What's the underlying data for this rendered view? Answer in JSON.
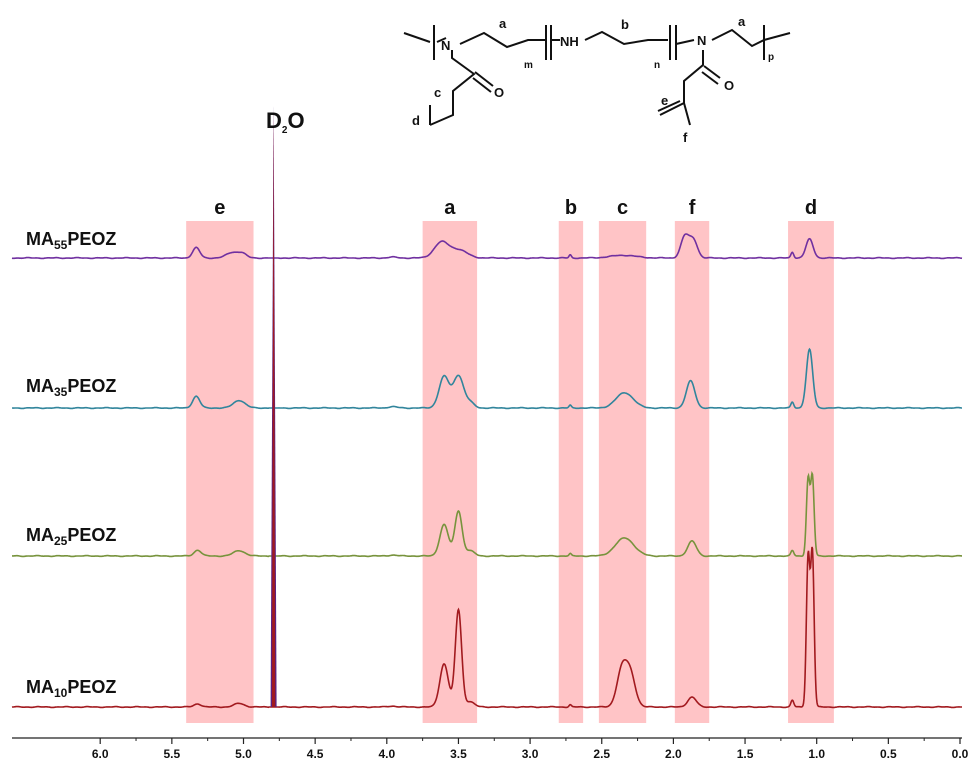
{
  "chart_data": {
    "type": "line",
    "title": "",
    "xlabel": "",
    "ylabel": "",
    "x_axis": {
      "reversed": true,
      "xlim": [
        6.5,
        0.0
      ],
      "ticks": [
        "6.0",
        "5.5",
        "5.0",
        "4.5",
        "4.0",
        "3.5",
        "3.0",
        "2.5",
        "2.0",
        "1.5",
        "1.0",
        "0.5",
        "0.0"
      ]
    },
    "solvent_peak": {
      "label_main": "D",
      "label_sub": "2",
      "label_end": "O",
      "ppm": 4.79
    },
    "highlight_regions": [
      {
        "label": "e",
        "from": 5.4,
        "to": 4.93
      },
      {
        "label": "a",
        "from": 3.75,
        "to": 3.37
      },
      {
        "label": "b",
        "from": 2.8,
        "to": 2.63
      },
      {
        "label": "c",
        "from": 2.52,
        "to": 2.19
      },
      {
        "label": "f",
        "from": 1.99,
        "to": 1.75
      },
      {
        "label": "d",
        "from": 1.2,
        "to": 0.88
      }
    ],
    "series": [
      {
        "name": "MA55PEOZ",
        "label_pre": "MA",
        "label_sub": "55",
        "label_post": "PEOZ",
        "color": "#7030a0",
        "scale": 1.0,
        "peaks": [
          {
            "x": 5.33,
            "h": 0.23,
            "w": 0.025
          },
          {
            "x": 5.08,
            "h": 0.12,
            "w": 0.04
          },
          {
            "x": 5.01,
            "h": 0.1,
            "w": 0.03
          },
          {
            "x": 3.62,
            "h": 0.34,
            "w": 0.05
          },
          {
            "x": 3.5,
            "h": 0.18,
            "w": 0.06
          },
          {
            "x": 3.96,
            "h": 0.02,
            "w": 0.03
          },
          {
            "x": 2.72,
            "h": 0.07,
            "w": 0.008
          },
          {
            "x": 2.35,
            "h": 0.06,
            "w": 0.09
          },
          {
            "x": 1.92,
            "h": 0.48,
            "w": 0.028
          },
          {
            "x": 1.86,
            "h": 0.4,
            "w": 0.028
          },
          {
            "x": 1.17,
            "h": 0.13,
            "w": 0.01
          },
          {
            "x": 1.05,
            "h": 0.42,
            "w": 0.025
          }
        ]
      },
      {
        "name": "MA35PEOZ",
        "label_pre": "MA",
        "label_sub": "35",
        "label_post": "PEOZ",
        "color": "#31859c",
        "scale": 1.0,
        "peaks": [
          {
            "x": 5.33,
            "h": 0.26,
            "w": 0.025
          },
          {
            "x": 5.03,
            "h": 0.17,
            "w": 0.04
          },
          {
            "x": 3.96,
            "h": 0.03,
            "w": 0.03
          },
          {
            "x": 3.6,
            "h": 0.7,
            "w": 0.035
          },
          {
            "x": 3.5,
            "h": 0.72,
            "w": 0.035
          },
          {
            "x": 3.42,
            "h": 0.12,
            "w": 0.03
          },
          {
            "x": 2.72,
            "h": 0.06,
            "w": 0.008
          },
          {
            "x": 2.34,
            "h": 0.34,
            "w": 0.06
          },
          {
            "x": 1.88,
            "h": 0.6,
            "w": 0.03
          },
          {
            "x": 1.17,
            "h": 0.13,
            "w": 0.01
          },
          {
            "x": 1.05,
            "h": 1.3,
            "w": 0.022
          }
        ]
      },
      {
        "name": "MA25PEOZ",
        "label_pre": "MA",
        "label_sub": "25",
        "label_post": "PEOZ",
        "color": "#77933c",
        "scale": 1.0,
        "peaks": [
          {
            "x": 5.32,
            "h": 0.13,
            "w": 0.025
          },
          {
            "x": 5.03,
            "h": 0.12,
            "w": 0.04
          },
          {
            "x": 3.96,
            "h": 0.02,
            "w": 0.03
          },
          {
            "x": 3.6,
            "h": 0.7,
            "w": 0.03
          },
          {
            "x": 3.5,
            "h": 1.0,
            "w": 0.025
          },
          {
            "x": 3.42,
            "h": 0.12,
            "w": 0.03
          },
          {
            "x": 2.72,
            "h": 0.05,
            "w": 0.008
          },
          {
            "x": 2.34,
            "h": 0.4,
            "w": 0.065
          },
          {
            "x": 1.87,
            "h": 0.33,
            "w": 0.03
          },
          {
            "x": 1.17,
            "h": 0.12,
            "w": 0.01
          },
          {
            "x": 1.06,
            "h": 1.7,
            "w": 0.012
          },
          {
            "x": 1.03,
            "h": 1.75,
            "w": 0.012
          }
        ]
      },
      {
        "name": "MA10PEOZ",
        "label_pre": "MA",
        "label_sub": "10",
        "label_post": "PEOZ",
        "color": "#a21a1f",
        "scale": 1.0,
        "peaks": [
          {
            "x": 5.32,
            "h": 0.07,
            "w": 0.025
          },
          {
            "x": 5.03,
            "h": 0.08,
            "w": 0.035
          },
          {
            "x": 3.96,
            "h": 0.02,
            "w": 0.03
          },
          {
            "x": 3.6,
            "h": 0.96,
            "w": 0.03
          },
          {
            "x": 3.5,
            "h": 2.16,
            "w": 0.022
          },
          {
            "x": 3.42,
            "h": 0.12,
            "w": 0.03
          },
          {
            "x": 2.72,
            "h": 0.05,
            "w": 0.008
          },
          {
            "x": 2.36,
            "h": 0.8,
            "w": 0.035
          },
          {
            "x": 2.3,
            "h": 0.7,
            "w": 0.035
          },
          {
            "x": 1.87,
            "h": 0.22,
            "w": 0.03
          },
          {
            "x": 1.17,
            "h": 0.15,
            "w": 0.01
          },
          {
            "x": 1.06,
            "h": 3.3,
            "w": 0.012
          },
          {
            "x": 1.03,
            "h": 3.4,
            "w": 0.012
          }
        ]
      }
    ]
  },
  "structure": {
    "n_label": "N",
    "nh_label": "NH",
    "o_label": "O",
    "sub_m": "m",
    "sub_n": "n",
    "sub_p": "p",
    "labels": [
      "a",
      "b",
      "a",
      "c",
      "d",
      "e",
      "f"
    ]
  },
  "colors": {
    "highlight": "#ffc4c6",
    "axis": "#222222",
    "solvent_outer": "#5a2080",
    "solvent_inner": "#a21a1f"
  }
}
